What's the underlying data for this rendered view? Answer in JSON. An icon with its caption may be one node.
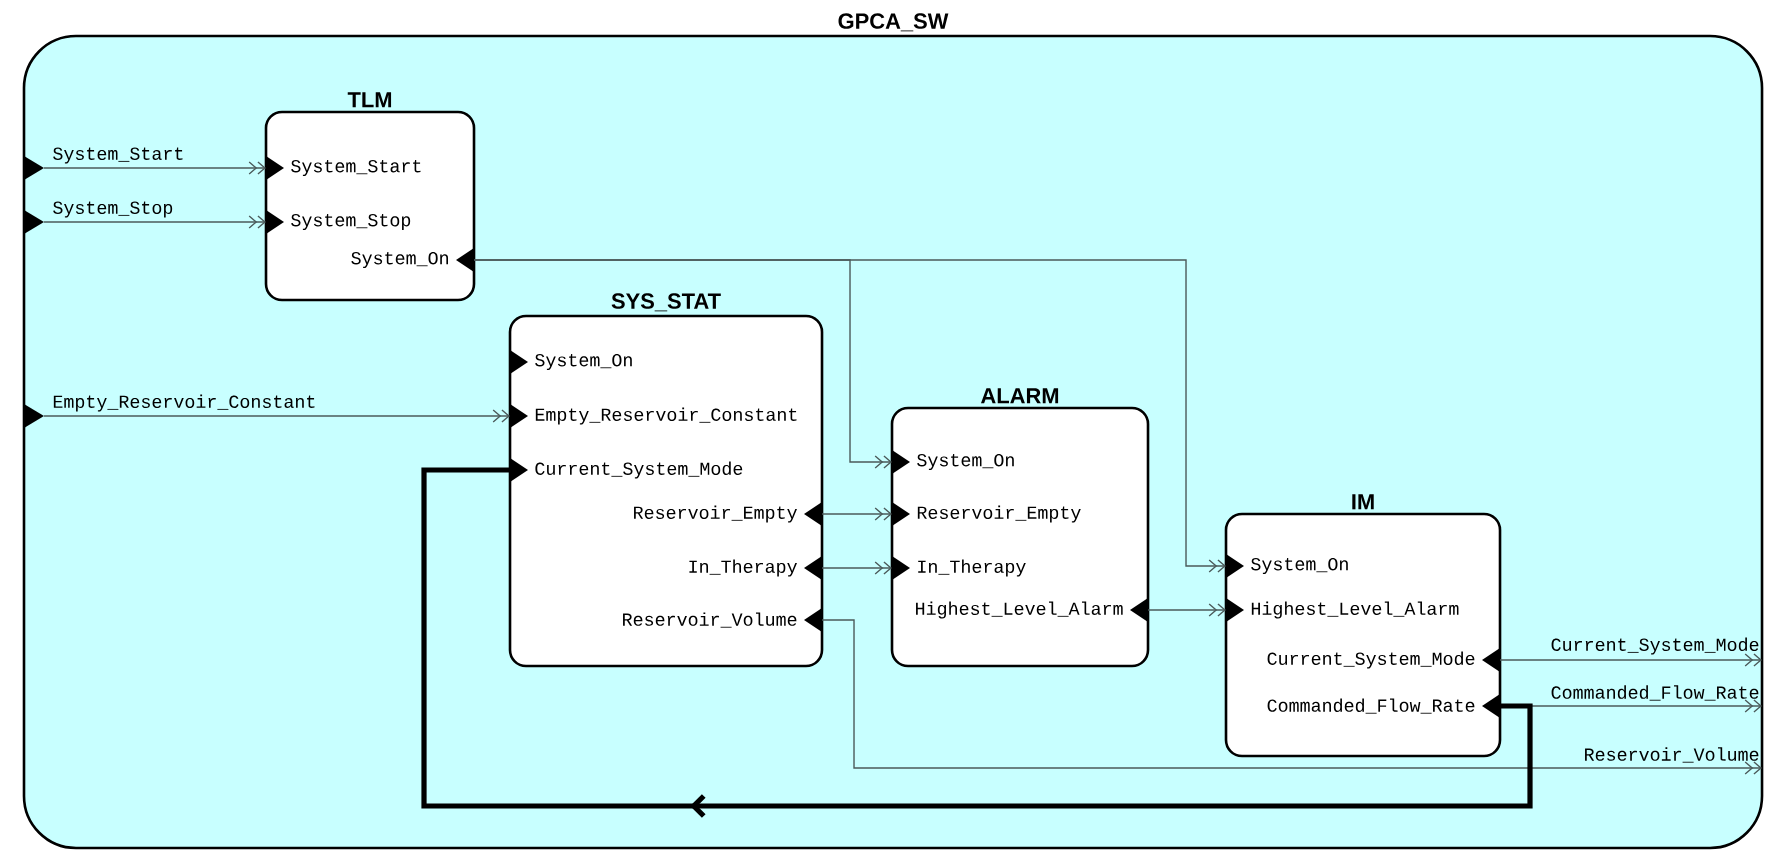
{
  "diagram": {
    "nodes": [
      {
        "text": [
          "GPCA_SW"
        ]
      },
      {
        "text": [
          "System_Start"
        ],
        "in": 0
      },
      {
        "text": [
          "System_Stop"
        ],
        "in": 0
      },
      {
        "text": [
          "TLM"
        ],
        "in": 0
      },
      {
        "text": [
          "System_Start"
        ],
        "in": 3
      },
      {
        "text": [
          "System_Stop"
        ],
        "in": 3
      },
      {
        "text": [
          "System_On"
        ],
        "in": 3
      },
      {
        "text": [
          "Empty_Reservoir_Constant"
        ],
        "in": 0
      },
      {
        "text": [
          "SYS_STAT"
        ],
        "in": 0
      },
      {
        "text": [
          "System_On"
        ],
        "in": 8
      },
      {
        "text": [
          "Empty_Reservoir_Constant"
        ],
        "in": 8
      },
      {
        "text": [
          "Current_System_Mode"
        ],
        "in": 8
      },
      {
        "text": [
          "Reservoir_Empty"
        ],
        "in": 8
      },
      {
        "text": [
          "In_Therapy"
        ],
        "in": 8
      },
      {
        "text": [
          "Reservoir_Volume"
        ],
        "in": 8
      },
      {
        "text": [
          "ALARM"
        ],
        "in": 0
      },
      {
        "text": [
          "System_On"
        ],
        "in": 15
      },
      {
        "text": [
          "Reservoir_Empty"
        ],
        "in": 15
      },
      {
        "text": [
          "In_Therapy"
        ],
        "in": 15
      },
      {
        "text": [
          "Highest_Level_Alarm"
        ],
        "in": 15
      },
      {
        "text": [
          "IM"
        ],
        "in": 0
      },
      {
        "text": [
          "System_On"
        ],
        "in": 20
      },
      {
        "text": [
          "Highest_Level_Alarm"
        ],
        "in": 20
      },
      {
        "text": [
          "Current_System_Mode"
        ],
        "in": 20
      },
      {
        "text": [
          "Commanded_Flow_Rate"
        ],
        "in": 20
      },
      {
        "text": [
          "Current_System_Mode"
        ],
        "in": 0
      },
      {
        "text": [
          "Commanded_Flow_Rate"
        ],
        "in": 0
      },
      {
        "text": [
          "Reservoir_Volume"
        ],
        "in": 0
      }
    ],
    "edges": [
      {
        "from": 1,
        "to": 4,
        "arrow": "to"
      },
      {
        "from": 2,
        "to": 5,
        "arrow": "to"
      },
      {
        "from": 6,
        "to": 16,
        "arrow": "to"
      },
      {
        "from": 6,
        "to": 21,
        "arrow": "to"
      },
      {
        "from": 7,
        "to": 10,
        "arrow": "to"
      },
      {
        "from": 12,
        "to": 17,
        "arrow": "to"
      },
      {
        "from": 13,
        "to": 18,
        "arrow": "to"
      },
      {
        "from": 19,
        "to": 22,
        "arrow": "to"
      },
      {
        "from": 23,
        "to": 25,
        "arrow": "to"
      },
      {
        "from": 24,
        "to": 26,
        "arrow": "to"
      },
      {
        "from": 14,
        "to": 27,
        "arrow": "to"
      },
      {
        "from": 24,
        "to": 11,
        "arrow": "to",
        "style": "thick",
        "color": "#000000"
      }
    ]
  }
}
